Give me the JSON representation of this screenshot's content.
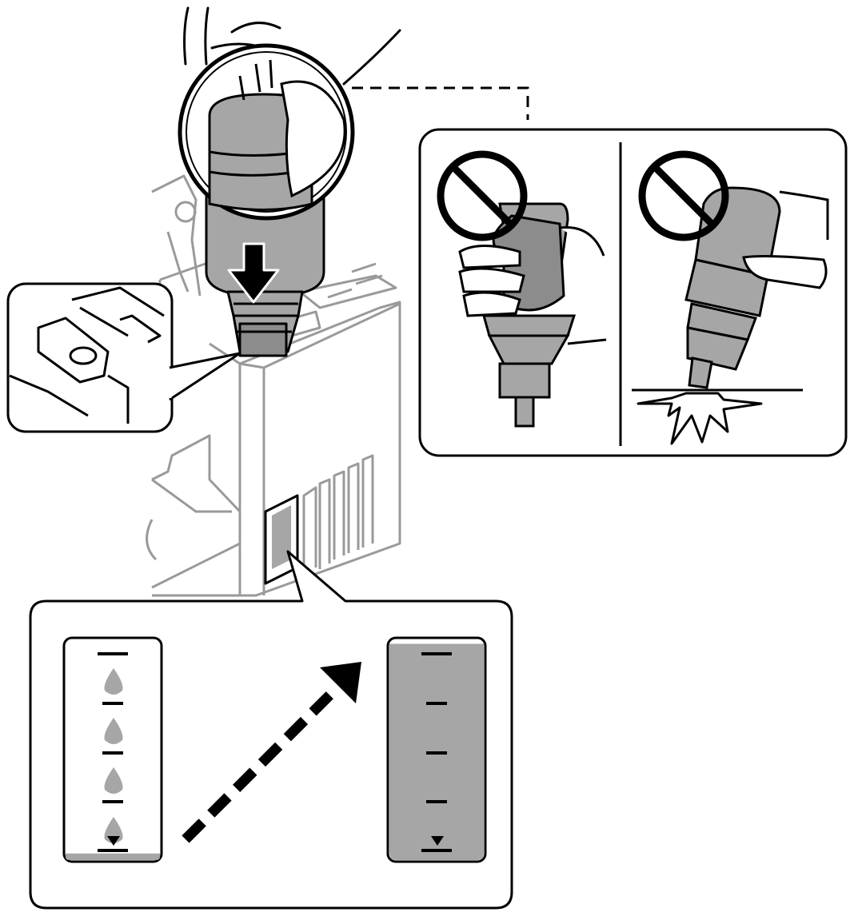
{
  "figure": {
    "subject": "ink-bottle-refill-illustration",
    "colors": {
      "line": "#000000",
      "ink": "#a6a6a6",
      "ink_dark": "#8c8c8c",
      "printer_outline": "#9a9a9a",
      "background": "#ffffff"
    }
  },
  "callouts": {
    "nozzle_detail": {
      "icon": "nozzle-port-icon"
    },
    "prohibited": {
      "panels": [
        {
          "icon": "no-symbol-icon",
          "action": "squeeze-bottle"
        },
        {
          "icon": "no-symbol-icon",
          "action": "drop-bottle"
        }
      ]
    },
    "ink_level": {
      "before": {
        "fill_fraction": 0.03,
        "drops": 4
      },
      "after": {
        "fill_fraction": 0.98,
        "drops": 0
      }
    }
  }
}
